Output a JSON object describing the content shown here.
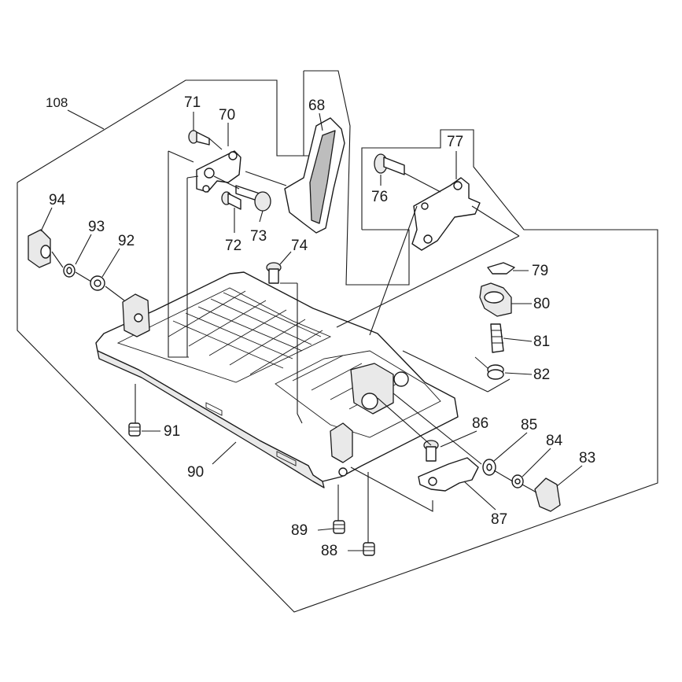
{
  "labels": {
    "p108": "108",
    "p71": "71",
    "p70": "70",
    "p68": "68",
    "p77": "77",
    "p76": "76",
    "p94": "94",
    "p93": "93",
    "p92": "92",
    "p72": "72",
    "p73": "73",
    "p74": "74",
    "p79": "79",
    "p80": "80",
    "p81": "81",
    "p82": "82",
    "p91": "91",
    "p86": "86",
    "p85": "85",
    "p84": "84",
    "p83": "83",
    "p90": "90",
    "p87": "87",
    "p89": "89",
    "p88": "88"
  }
}
